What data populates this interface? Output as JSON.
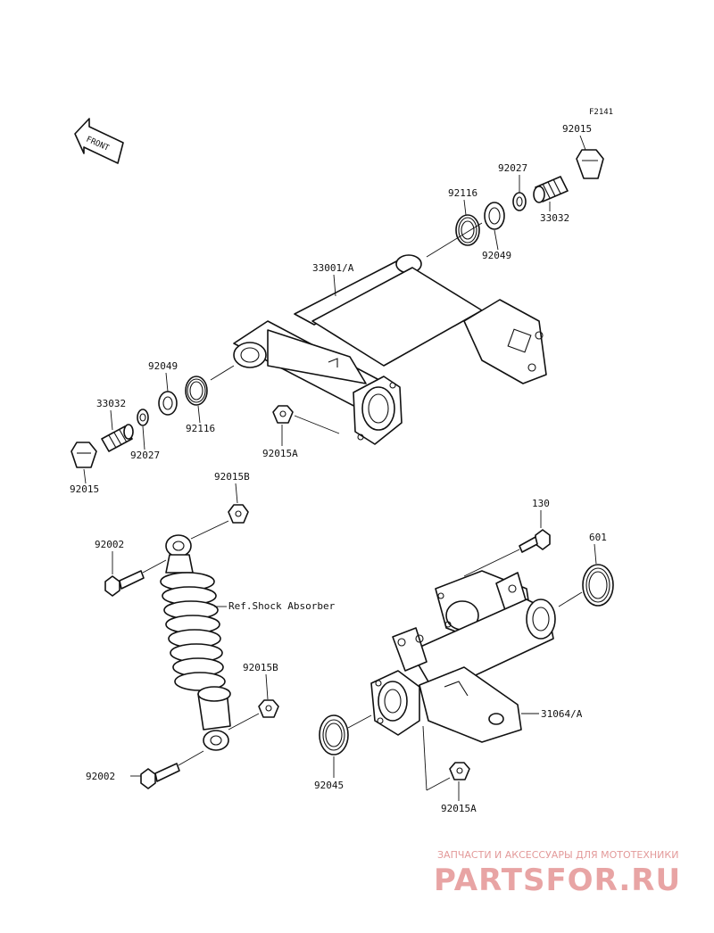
{
  "figure_code": "F2141",
  "front_label": "FRONT",
  "watermark": {
    "line1": "ЗАПЧАСТИ И АКСЕССУАРЫ ДЛЯ МОТОТЕХНИКИ",
    "line2": "PARTSFOR.RU"
  },
  "labels": {
    "p92015_top": "92015",
    "p92027_top": "92027",
    "p33032_top": "33032",
    "p92116_top": "92116",
    "p92049_top": "92049",
    "p33001A": "33001/A",
    "p92049_left": "92049",
    "p33032_left": "33032",
    "p92116_left": "92116",
    "p92027_left": "92027",
    "p92015A_mid": "92015A",
    "p92015_left": "92015",
    "p92015B_top": "92015B",
    "p92002_top": "92002",
    "ref_shock": "Ref.Shock Absorber",
    "p130": "130",
    "p601": "601",
    "p92015B_mid": "92015B",
    "p31064A": "31064/A",
    "p92002_bottom": "92002",
    "p92045": "92045",
    "p92015A_bottom": "92015A"
  }
}
